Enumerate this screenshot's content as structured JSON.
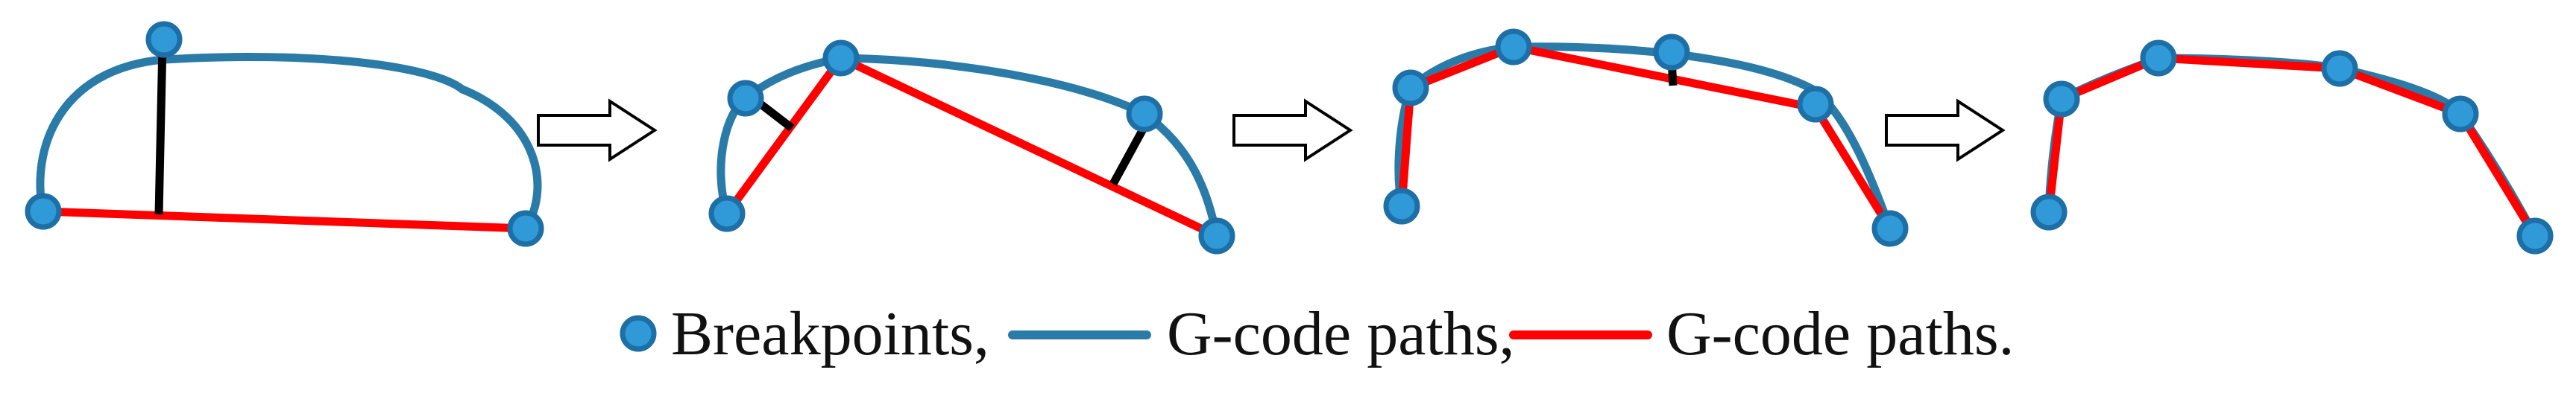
{
  "colors": {
    "curve": "#2a7ba8",
    "chord": "#ff0000",
    "deviation": "#000000",
    "breakpoint_fill": "#2f9ad7",
    "breakpoint_stroke": "#1d6fa5",
    "arrow": "#000000"
  },
  "icons": {
    "process_arrow": "hollow-right-arrow",
    "breakpoint": "blue-dot"
  },
  "legend": {
    "breakpoints_label": "Breakpoints,",
    "original_paths_label": "G-code paths,",
    "simplified_paths_label": "G-code paths."
  }
}
